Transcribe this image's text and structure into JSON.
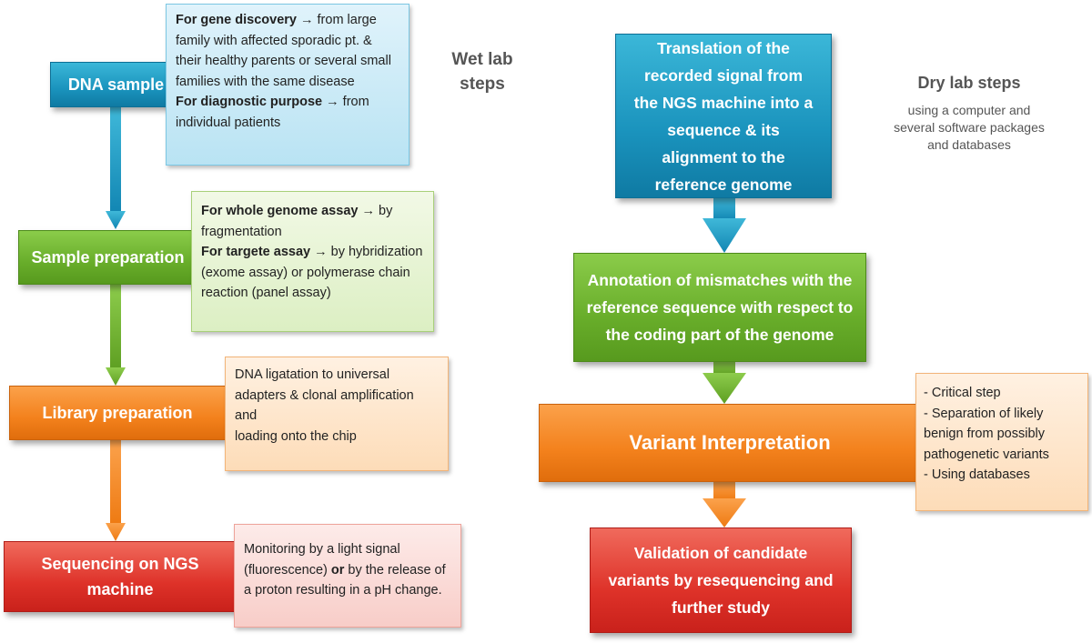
{
  "headings": {
    "wet_lab": "Wet lab steps",
    "dry_lab_title": "Dry lab steps",
    "dry_lab_subtitle": [
      "using a computer and",
      "several software packages",
      "and databases"
    ]
  },
  "wet_steps": {
    "dna_sample": "DNA sample",
    "sample_preparation": "Sample preparation",
    "library_preparation": "Library  preparation",
    "sequencing": "Sequencing on NGS machine"
  },
  "wet_notes": {
    "dna_sample": {
      "gene_discovery_label": "For gene discovery",
      "gene_discovery_text": " → from large family with affected sporadic pt. & their healthy parents or several small families with the same disease",
      "diagnostic_label": "For diagnostic purpose",
      "diagnostic_text": " → from individual patients"
    },
    "sample_preparation": {
      "whole_genome_label": "For whole genome assay",
      "whole_genome_text": " → by fragmentation",
      "targeted_label": "For targete assay",
      "targeted_text": " → by hybridization (exome assay) or polymerase chain reaction (panel assay)"
    },
    "library_preparation": {
      "lines": [
        "DNA ligatation to universal",
        "adapters & clonal amplification",
        "and",
        "loading onto the chip"
      ]
    },
    "sequencing": {
      "part1": "Monitoring by a light signal (fluorescence) ",
      "or": "or",
      "part2": " by the release of a proton resulting in a pH change."
    }
  },
  "dry_steps": {
    "translation": "Translation of the recorded signal from the NGS machine  into a sequence & its alignment to the reference genome",
    "annotation": "Annotation of mismatches with the reference sequence with respect to the coding part of the genome",
    "variant_interpretation": "Variant Interpretation",
    "validation": "Validation of candidate variants by resequencing and further study"
  },
  "dry_notes": {
    "variant_interpretation": {
      "lines": [
        "- Critical step",
        "- Separation of likely benign from possibly pathogenetic variants",
        "- Using databases"
      ]
    }
  },
  "colors": {
    "blue": "#1a93bd",
    "green": "#68ad2a",
    "orange": "#f3811c",
    "red": "#de3229"
  }
}
